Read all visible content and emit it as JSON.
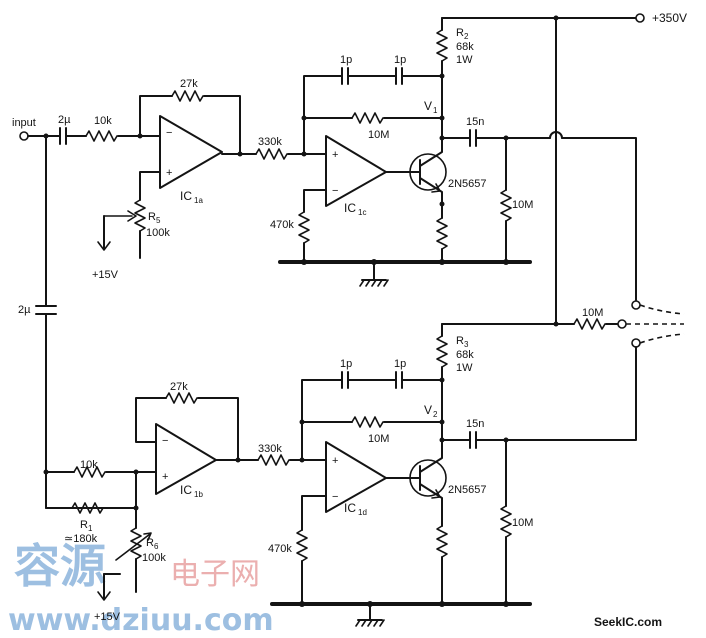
{
  "input_label": "input",
  "supply": {
    "hv": "+350V",
    "v15_top": "+15V",
    "v15_bottom": "+15V"
  },
  "caps": {
    "c_in": "2µ",
    "c_couple": "2µ",
    "c1p_a": "1p",
    "c1p_b": "1p",
    "c1p_c": "1p",
    "c1p_d": "1p",
    "c15n_top": "15n",
    "c15n_bottom": "15n"
  },
  "resistors": {
    "r10k_top": "10k",
    "r27k_top": "27k",
    "r5_name": "R",
    "r5_sub": "5",
    "r5_val": "100k",
    "r330k_top": "330k",
    "r470k_top": "470k",
    "r10m_fb_top": "10M",
    "r2_name": "R",
    "r2_sub": "2",
    "r2_val": "68k",
    "r2_watt": "1W",
    "r10m_out_top": "10M",
    "r10m_mid": "10M",
    "r3_name": "R",
    "r3_sub": "3",
    "r3_val": "68k",
    "r3_watt": "1W",
    "r27k_bot": "27k",
    "r10k_bot": "10k",
    "r1_name": "R",
    "r1_sub": "1",
    "r1_val": "≃180k",
    "r6_name": "R",
    "r6_sub": "6",
    "r6_val": "100k",
    "r330k_bot": "330k",
    "r470k_bot": "470k",
    "r10m_fb_bot": "10M",
    "r10m_out_bot": "10M"
  },
  "ics": {
    "ic1a_base": "IC",
    "ic1a_sub": "1a",
    "ic1b_base": "IC",
    "ic1b_sub": "1b",
    "ic1c_base": "IC",
    "ic1c_sub": "1c",
    "ic1d_base": "IC",
    "ic1d_sub": "1d",
    "minus": "−",
    "plus": "+"
  },
  "transistors": {
    "q_top": "2N5657",
    "q_bot": "2N5657"
  },
  "nodes": {
    "v1_base": "V",
    "v1_sub": "1",
    "v2_base": "V",
    "v2_sub": "2"
  },
  "watermark": {
    "cn_main": "容源",
    "cn_sub": "电子网",
    "url": "www.dziuu.com",
    "seek": "SeekIC.com"
  }
}
